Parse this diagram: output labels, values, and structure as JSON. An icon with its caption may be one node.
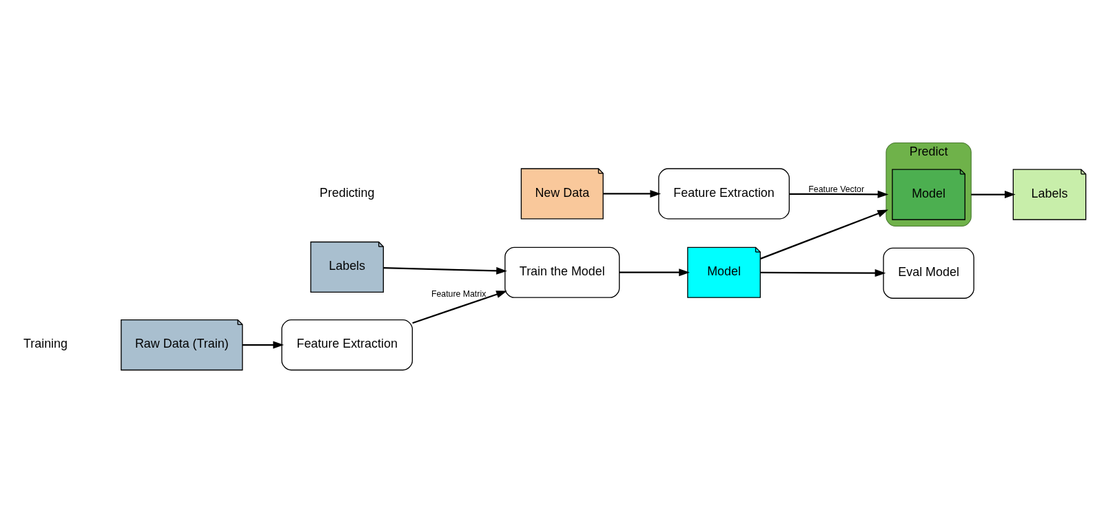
{
  "diagram": {
    "nodes": [
      {
        "text": [
          "Raw Data (Train)"
        ]
      },
      {
        "text": [
          "Labels"
        ]
      },
      {
        "text": [
          "Feature Extraction"
        ]
      },
      {
        "text": [
          "Train the Model"
        ]
      },
      {
        "text": [
          "Model"
        ]
      },
      {
        "text": [
          "Eval Model"
        ]
      },
      {
        "text": [
          "New Data"
        ]
      },
      {
        "text": [
          "Feature Extraction"
        ]
      },
      {
        "text": [
          "Predict"
        ]
      },
      {
        "text": [
          "Model"
        ],
        "in": 8
      },
      {
        "text": [
          "Labels"
        ]
      }
    ],
    "edges": [
      {
        "from": 0,
        "to": 2,
        "arrow": "to"
      },
      {
        "from": 2,
        "to": 3,
        "arrow": "to",
        "label": "Feature Matrix"
      },
      {
        "from": 1,
        "to": 3,
        "arrow": "to"
      },
      {
        "from": 3,
        "to": 4,
        "arrow": "to"
      },
      {
        "from": 4,
        "to": 5,
        "arrow": "to"
      },
      {
        "from": 4,
        "to": 8,
        "arrow": "to"
      },
      {
        "from": 6,
        "to": 7,
        "arrow": "to"
      },
      {
        "from": 7,
        "to": 8,
        "arrow": "to",
        "label": "Feature Vector"
      },
      {
        "from": 8,
        "to": 10,
        "arrow": "to"
      }
    ],
    "labels": [
      "Training",
      "Predicting"
    ]
  }
}
